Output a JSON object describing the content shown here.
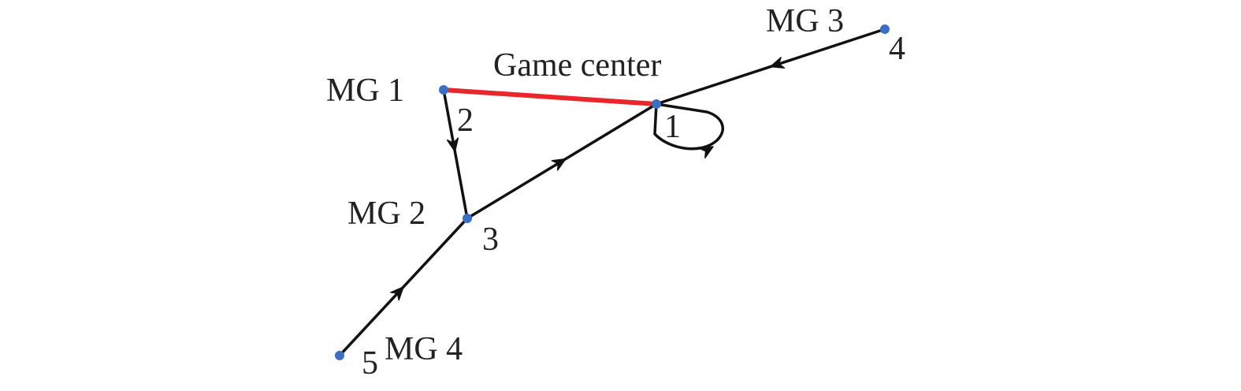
{
  "colors": {
    "node": "#3a6fc4",
    "edge": "#111111",
    "highlight": "#e8262b",
    "text": "#222222"
  },
  "nodes": [
    {
      "id": "game-center",
      "name": "Game center",
      "number": "1"
    },
    {
      "id": "mg1",
      "name": "MG 1",
      "number": "2"
    },
    {
      "id": "mg2",
      "name": "MG 2",
      "number": "3"
    },
    {
      "id": "mg3",
      "name": "MG 3",
      "number": "4"
    },
    {
      "id": "mg4",
      "name": "MG 4",
      "number": "5"
    }
  ],
  "edges": [
    {
      "from": "mg1",
      "to": "game-center",
      "highlight": true,
      "directed": false
    },
    {
      "from": "mg1",
      "to": "mg2",
      "directed": true
    },
    {
      "from": "mg2",
      "to": "game-center",
      "directed": true
    },
    {
      "from": "mg3",
      "to": "game-center",
      "directed": true
    },
    {
      "from": "mg4",
      "to": "mg2",
      "directed": true
    },
    {
      "from": "game-center",
      "to": "game-center",
      "loop": true,
      "directed": true
    }
  ]
}
